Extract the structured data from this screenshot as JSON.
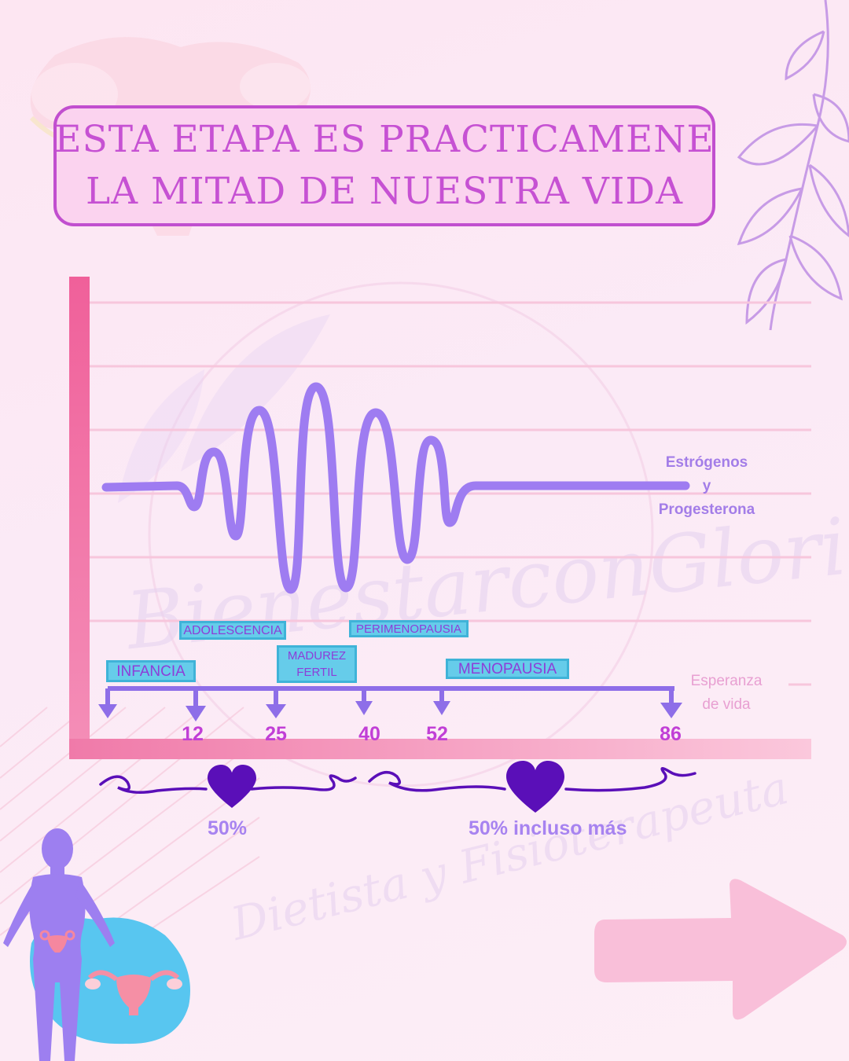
{
  "title": {
    "line1": "ESTA ETAPA ES PRACTICAMENE",
    "line2": "LA MITAD DE NUESTRA VIDA"
  },
  "hormone_label": {
    "line1": "Estrógenos",
    "line2": "y",
    "line3": "Progesterona"
  },
  "life_label": {
    "line1": "Esperanza",
    "line2": "de vida"
  },
  "stages": {
    "infancia": "INFANCIA",
    "adolescencia": "ADOLESCENCIA",
    "madurez_line1": "MADUREZ",
    "madurez_line2": "FERTIL",
    "perimenopausia": "PERIMENOPAUSIA",
    "menopausia": "MENOPAUSIA"
  },
  "timeline_ticks": [
    "12",
    "25",
    "40",
    "52",
    "86"
  ],
  "halves": {
    "left": "50%",
    "right": "50% incluso más"
  },
  "watermark": {
    "brand": "BienestarconGloria",
    "subtitle": "Dietista y Fisioterapeuta"
  },
  "colors": {
    "title_text": "#c651d3",
    "title_border": "#c14fcf",
    "title_fill": "#fbd3ef",
    "wave": "#9e7cf1",
    "axis": "#ee7fae",
    "stage_box": "#66ccea",
    "stage_text": "#8d3ed8",
    "heart": "#5a0fb8",
    "arrow": "#f9bfd9"
  },
  "icons": [
    "uterus-icon",
    "leaf-icon",
    "heart-icon",
    "woman-silhouette-icon",
    "arrow-right-icon"
  ]
}
